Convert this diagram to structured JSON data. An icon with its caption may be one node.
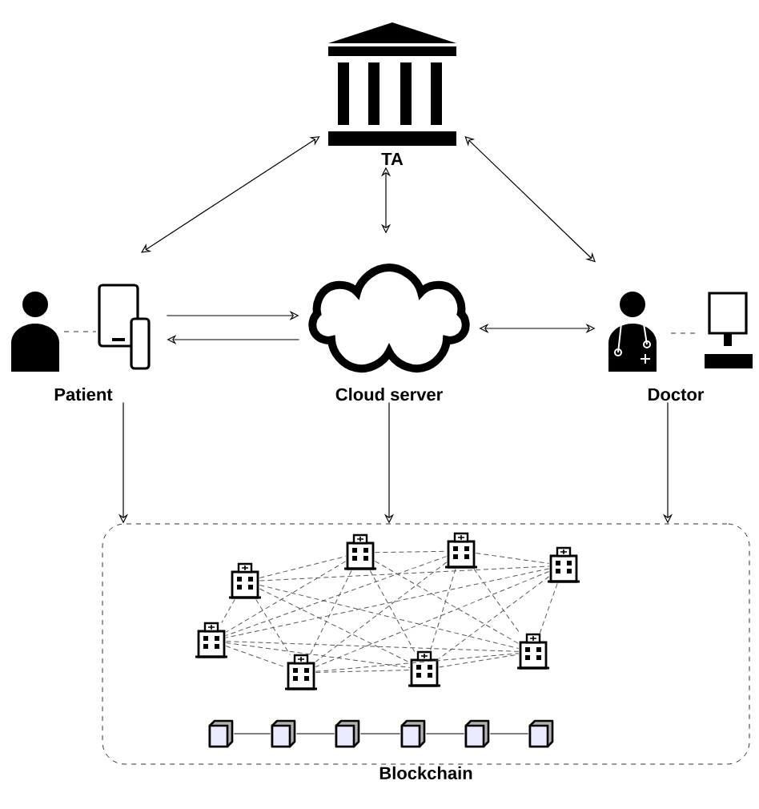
{
  "diagram": {
    "nodes": [
      {
        "text": [
          "TA"
        ]
      },
      {
        "text": [
          "Patient"
        ]
      },
      {
        "text": [
          "Cloud server"
        ]
      },
      {
        "text": [
          "Doctor"
        ]
      },
      {
        "text": [
          "Blockchain"
        ]
      },
      {
        "text": [],
        "shape": "picture",
        "in": 4
      },
      {
        "text": [],
        "shape": "picture",
        "in": 4
      },
      {
        "text": [],
        "shape": "picture",
        "in": 4
      },
      {
        "text": [],
        "shape": "picture",
        "in": 4
      },
      {
        "text": [],
        "shape": "picture",
        "in": 4
      },
      {
        "text": [],
        "shape": "picture",
        "in": 4
      },
      {
        "text": [],
        "shape": "picture",
        "in": 4
      },
      {
        "text": [],
        "shape": "picture",
        "in": 4
      },
      {
        "text": [],
        "shape": "box",
        "in": 4
      },
      {
        "text": [],
        "shape": "box",
        "in": 4
      },
      {
        "text": [],
        "shape": "box",
        "in": 4
      },
      {
        "text": [],
        "shape": "box",
        "in": 4
      },
      {
        "text": [],
        "shape": "box",
        "in": 4
      },
      {
        "text": [],
        "shape": "box",
        "in": 4
      }
    ],
    "edges": [
      {
        "from": 1,
        "to": 0,
        "arrow": "both"
      },
      {
        "from": 2,
        "to": 0,
        "arrow": "both"
      },
      {
        "from": 3,
        "to": 0,
        "arrow": "both"
      },
      {
        "from": 1,
        "to": 2,
        "arrow": "to"
      },
      {
        "from": 2,
        "to": 1,
        "arrow": "to"
      },
      {
        "from": 2,
        "to": 3,
        "arrow": "both"
      },
      {
        "from": 1,
        "to": 4,
        "arrow": "to"
      },
      {
        "from": 2,
        "to": 4,
        "arrow": "to"
      },
      {
        "from": 3,
        "to": 4,
        "arrow": "to"
      },
      {
        "from": 5,
        "to": 6,
        "arrow": "none",
        "style": "dashed"
      },
      {
        "from": 5,
        "to": 8,
        "arrow": "none",
        "style": "dashed"
      },
      {
        "from": 5,
        "to": 9,
        "arrow": "none",
        "style": "dashed"
      },
      {
        "from": 5,
        "to": 10,
        "arrow": "none",
        "style": "dashed"
      },
      {
        "from": 5,
        "to": 11,
        "arrow": "none",
        "style": "dashed"
      },
      {
        "from": 5,
        "to": 12,
        "arrow": "none",
        "style": "dashed"
      },
      {
        "from": 6,
        "to": 7,
        "arrow": "none",
        "style": "dashed"
      },
      {
        "from": 6,
        "to": 9,
        "arrow": "none",
        "style": "dashed"
      },
      {
        "from": 6,
        "to": 10,
        "arrow": "none",
        "style": "dashed"
      },
      {
        "from": 6,
        "to": 11,
        "arrow": "none",
        "style": "dashed"
      },
      {
        "from": 6,
        "to": 12,
        "arrow": "none",
        "style": "dashed"
      },
      {
        "from": 7,
        "to": 8,
        "arrow": "none",
        "style": "dashed"
      },
      {
        "from": 7,
        "to": 9,
        "arrow": "none",
        "style": "dashed"
      },
      {
        "from": 7,
        "to": 10,
        "arrow": "none",
        "style": "dashed"
      },
      {
        "from": 7,
        "to": 11,
        "arrow": "none",
        "style": "dashed"
      },
      {
        "from": 7,
        "to": 12,
        "arrow": "none",
        "style": "dashed"
      },
      {
        "from": 8,
        "to": 9,
        "arrow": "none",
        "style": "dashed"
      },
      {
        "from": 8,
        "to": 10,
        "arrow": "none",
        "style": "dashed"
      },
      {
        "from": 8,
        "to": 11,
        "arrow": "none",
        "style": "dashed"
      },
      {
        "from": 8,
        "to": 12,
        "arrow": "none",
        "style": "dashed"
      },
      {
        "from": 9,
        "to": 10,
        "arrow": "none",
        "style": "dashed"
      },
      {
        "from": 9,
        "to": 11,
        "arrow": "none",
        "style": "dashed"
      },
      {
        "from": 9,
        "to": 12,
        "arrow": "none",
        "style": "dashed"
      },
      {
        "from": 10,
        "to": 11,
        "arrow": "none",
        "style": "dashed"
      },
      {
        "from": 10,
        "to": 12,
        "arrow": "none",
        "style": "dashed"
      },
      {
        "from": 11,
        "to": 12,
        "arrow": "none",
        "style": "dashed"
      },
      {
        "from": 13,
        "to": 14,
        "arrow": "none"
      },
      {
        "from": 14,
        "to": 15,
        "arrow": "none"
      },
      {
        "from": 15,
        "to": 16,
        "arrow": "none"
      },
      {
        "from": 16,
        "to": 17,
        "arrow": "none"
      },
      {
        "from": 17,
        "to": 18,
        "arrow": "none"
      }
    ]
  }
}
